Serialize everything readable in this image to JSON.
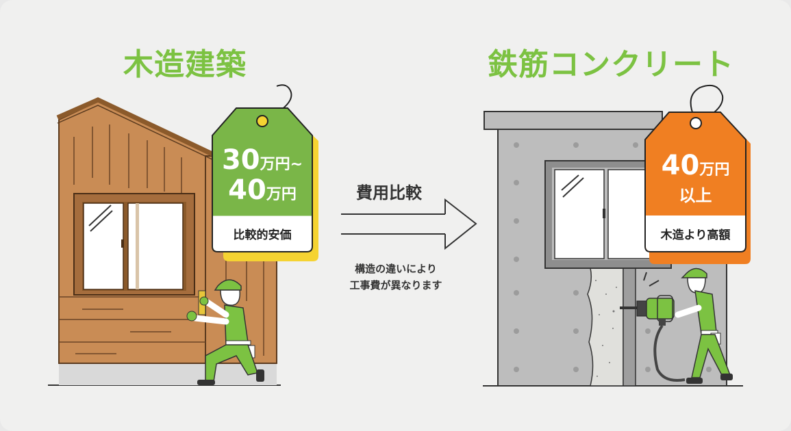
{
  "left": {
    "title": "木造建築",
    "tag": {
      "price_line1_num": "30",
      "price_line1_unit": "万円~",
      "price_line2_num": "40",
      "price_line2_unit": "万円",
      "label": "比較的安価",
      "color": "#7ab648",
      "shadow_color": "#f5d332"
    },
    "illustration": "wooden-house-with-worker"
  },
  "right": {
    "title": "鉄筋コンクリート",
    "tag": {
      "price_line1_num": "40",
      "price_line1_unit": "万円",
      "price_line2": "以上",
      "label": "木造より高額",
      "color": "#f07f22",
      "shadow_color": "#f07f22"
    },
    "illustration": "concrete-building-with-drill-worker"
  },
  "center": {
    "label": "費用比較",
    "note_line1": "構造の違いにより",
    "note_line2": "工事費が異なります",
    "icon": "double-arrow-right-icon"
  },
  "colors": {
    "accent_green": "#7cc242",
    "wood": "#c98c55",
    "concrete": "#bdbdbd",
    "background": "#f0f0ef"
  }
}
